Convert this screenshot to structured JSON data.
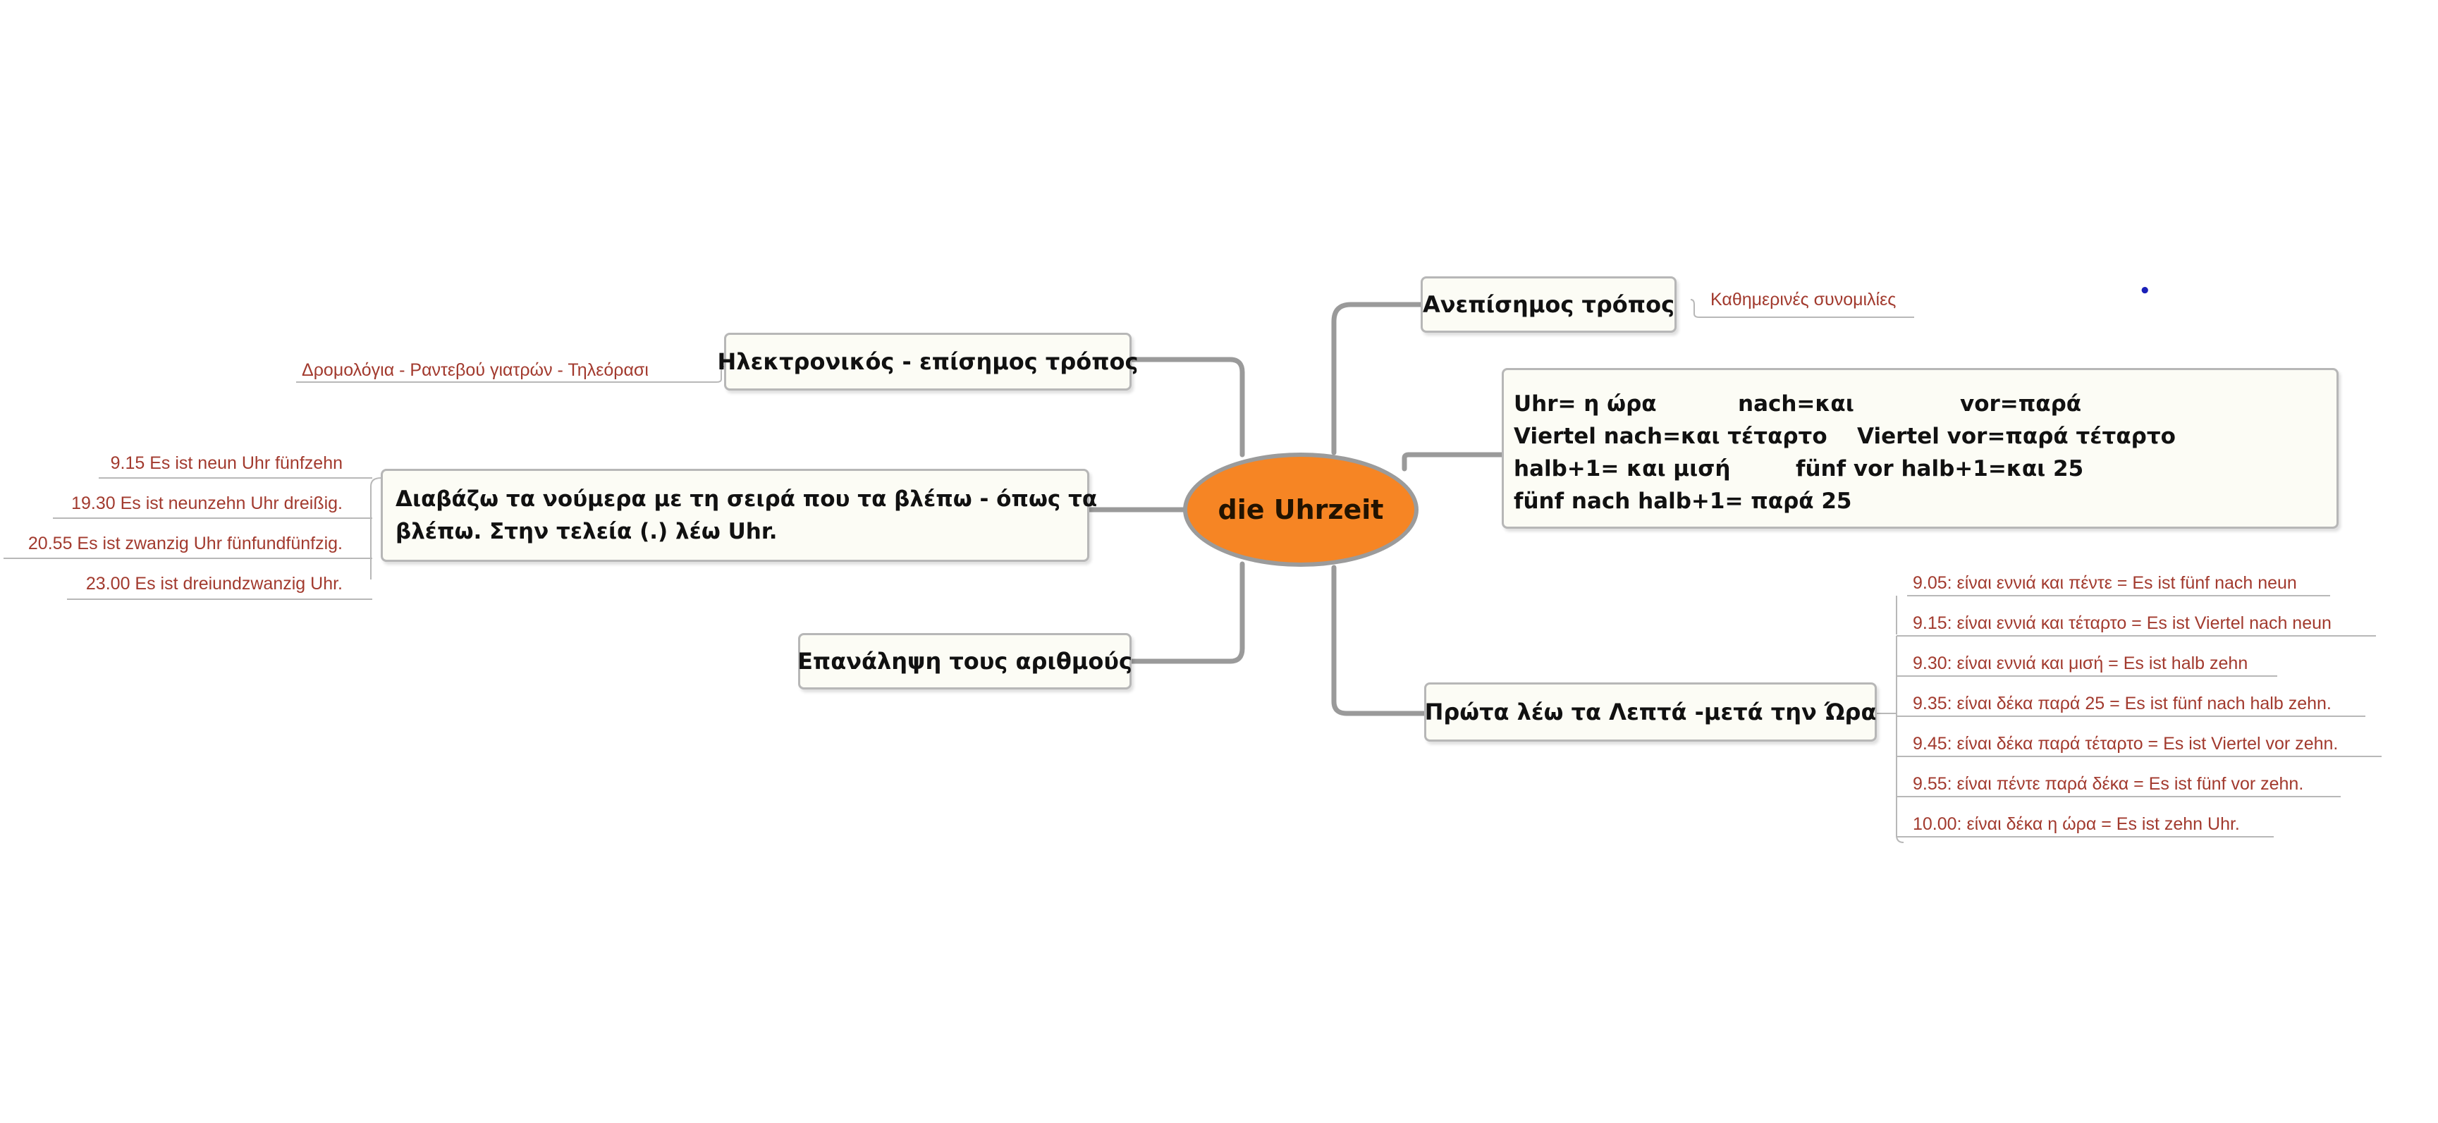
{
  "central": "die Uhrzeit",
  "right": {
    "informal": {
      "title": "Ανεπίσημος τρόπος",
      "note": "Καθημερινές συνομιλίες"
    },
    "vocab": {
      "rows": [
        [
          "Uhr= η ώρα",
          "nach=και",
          "vor=παρά"
        ],
        [
          "Viertel nach=και τέταρτο",
          "Viertel vor=παρά τέταρτο"
        ],
        [
          "halb+1= και μισή",
          "fünf vor halb+1=και 25"
        ],
        [
          "fünf nach halb+1= παρά 25"
        ]
      ]
    },
    "minutes_first": {
      "title": "Πρώτα λέω τα Λεπτά -μετά την Ώρα",
      "examples": [
        "9.05: είναι εννιά και πέντε = Es ist fünf nach neun",
        "9.15: είναι εννιά και τέταρτο = Es ist Viertel nach neun",
        "9.30: είναι εννιά και μισή = Es ist halb zehn",
        "9.35: είναι δέκα παρά 25 = Es ist fünf nach halb zehn.",
        "9.45: είναι δέκα παρά τέταρτο = Es ist Viertel vor zehn.",
        "9.55: είναι πέντε παρά δέκα = Es ist fünf vor zehn.",
        "10.00: είναι δέκα η ώρα = Es ist zehn Uhr."
      ]
    }
  },
  "left": {
    "formal": {
      "title": "Ηλεκτρονικός - επίσημος τρόπος",
      "note": "Δρομολόγια - Ραντεβού γιατρών - Τηλεόρασι"
    },
    "read_numbers": {
      "lines": [
        "Διαβάζω τα νούμερα με τη σειρά που τα βλέπω - όπως τα",
        "βλέπω. Στην τελεία (.) λέω Uhr."
      ],
      "examples": [
        "9.15 Es ist neun Uhr fünfzehn",
        "19.30 Es ist neunzehn Uhr dreißig.",
        "20.55 Es ist zwanzig Uhr fünfundfünfzig.",
        "23.00 Es ist dreiundzwanzig Uhr."
      ]
    },
    "repeat": {
      "title": "Επανάληψη τους αριθμούς"
    }
  },
  "colors": {
    "central_fill": "#f68524",
    "connector": "#9a9a9a",
    "leaf_text": "#a23a2e",
    "node_fill": "#fcfcf5"
  }
}
